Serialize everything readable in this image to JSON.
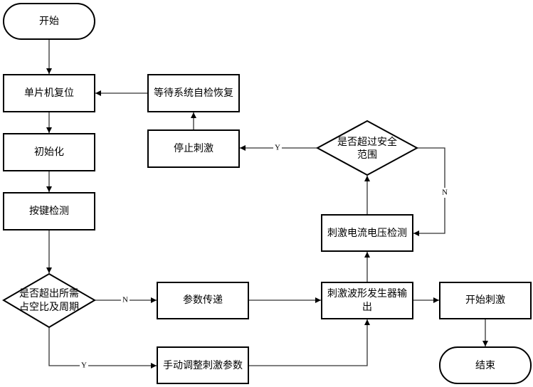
{
  "diagram": {
    "type": "flowchart",
    "nodes": {
      "start": {
        "label": "开始",
        "shape": "terminal"
      },
      "mcu_reset": {
        "label": "单片机复位",
        "shape": "process"
      },
      "init": {
        "label": "初始化",
        "shape": "process"
      },
      "key_detect": {
        "label": "按键检测",
        "shape": "process"
      },
      "check_duty": {
        "label_lines": [
          "是否超出所需",
          "占空比及周期"
        ],
        "shape": "decision"
      },
      "param_pass": {
        "label": "参数传递",
        "shape": "process"
      },
      "manual_adjust": {
        "label": "手动调整刺激参数",
        "shape": "process"
      },
      "wave_output": {
        "label_lines": [
          "刺激波形发生器输",
          "出"
        ],
        "shape": "process"
      },
      "start_stim": {
        "label": "开始刺激",
        "shape": "process"
      },
      "end": {
        "label": "结束",
        "shape": "terminal"
      },
      "iv_detect": {
        "label": "刺激电流电压检测",
        "shape": "process"
      },
      "check_safe": {
        "label_lines": [
          "是否超过安全",
          "范围"
        ],
        "shape": "decision"
      },
      "stop_stim": {
        "label": "停止刺激",
        "shape": "process"
      },
      "wait_recover": {
        "label": "等待系统自检恢复",
        "shape": "process"
      }
    },
    "edges": [
      {
        "from": "start",
        "to": "mcu_reset",
        "label": ""
      },
      {
        "from": "mcu_reset",
        "to": "init",
        "label": ""
      },
      {
        "from": "init",
        "to": "key_detect",
        "label": ""
      },
      {
        "from": "key_detect",
        "to": "check_duty",
        "label": ""
      },
      {
        "from": "check_duty",
        "to": "param_pass",
        "label": "N"
      },
      {
        "from": "check_duty",
        "to": "manual_adjust",
        "label": "Y"
      },
      {
        "from": "param_pass",
        "to": "wave_output",
        "label": ""
      },
      {
        "from": "manual_adjust",
        "to": "wave_output",
        "label": ""
      },
      {
        "from": "wave_output",
        "to": "start_stim",
        "label": ""
      },
      {
        "from": "start_stim",
        "to": "end",
        "label": ""
      },
      {
        "from": "wave_output",
        "to": "iv_detect",
        "label": ""
      },
      {
        "from": "iv_detect",
        "to": "check_safe",
        "label": ""
      },
      {
        "from": "check_safe",
        "to": "stop_stim",
        "label": "Y"
      },
      {
        "from": "check_safe",
        "to": "iv_detect",
        "label": "N"
      },
      {
        "from": "stop_stim",
        "to": "wait_recover",
        "label": ""
      },
      {
        "from": "wait_recover",
        "to": "mcu_reset",
        "label": ""
      }
    ],
    "edge_labels": {
      "duty_no": "N",
      "duty_yes": "Y",
      "safe_yes": "Y",
      "safe_no": "N"
    }
  }
}
